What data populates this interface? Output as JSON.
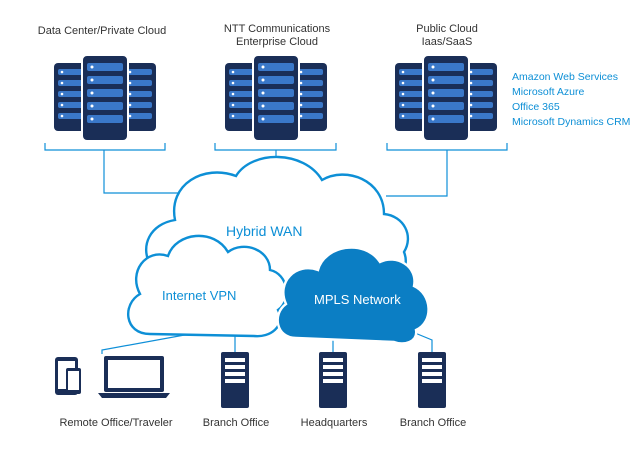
{
  "colors": {
    "server_dark": "#1a2e57",
    "server_light": "#3a78c9",
    "accent": "#0d8fd6",
    "accent_dark": "#0b7ec4",
    "line": "#0f8fd8",
    "label": "#333333",
    "white": "#ffffff"
  },
  "top": {
    "datacenter": {
      "line1": "Data Center/Private Cloud",
      "line2": ""
    },
    "ntt": {
      "line1": "NTT Communications",
      "line2": "Enterprise Cloud"
    },
    "public": {
      "line1": "Public Cloud",
      "line2": "Iaas/SaaS"
    }
  },
  "services": [
    "Amazon Web Services",
    "Microsoft Azure",
    "Office 365",
    "Microsoft Dynamics CRM"
  ],
  "clouds": {
    "hybrid_wan": "Hybrid WAN",
    "internet_vpn": "Internet VPN",
    "mpls": "MPLS Network"
  },
  "bottom": {
    "remote": "Remote Office/Traveler",
    "branch1": "Branch Office",
    "hq": "Headquarters",
    "branch2": "Branch Office"
  },
  "icons": {
    "server_stack": "server-stack-icon",
    "tower": "server-tower-icon",
    "tablet": "tablet-icon",
    "phone": "phone-icon",
    "laptop": "laptop-icon"
  }
}
